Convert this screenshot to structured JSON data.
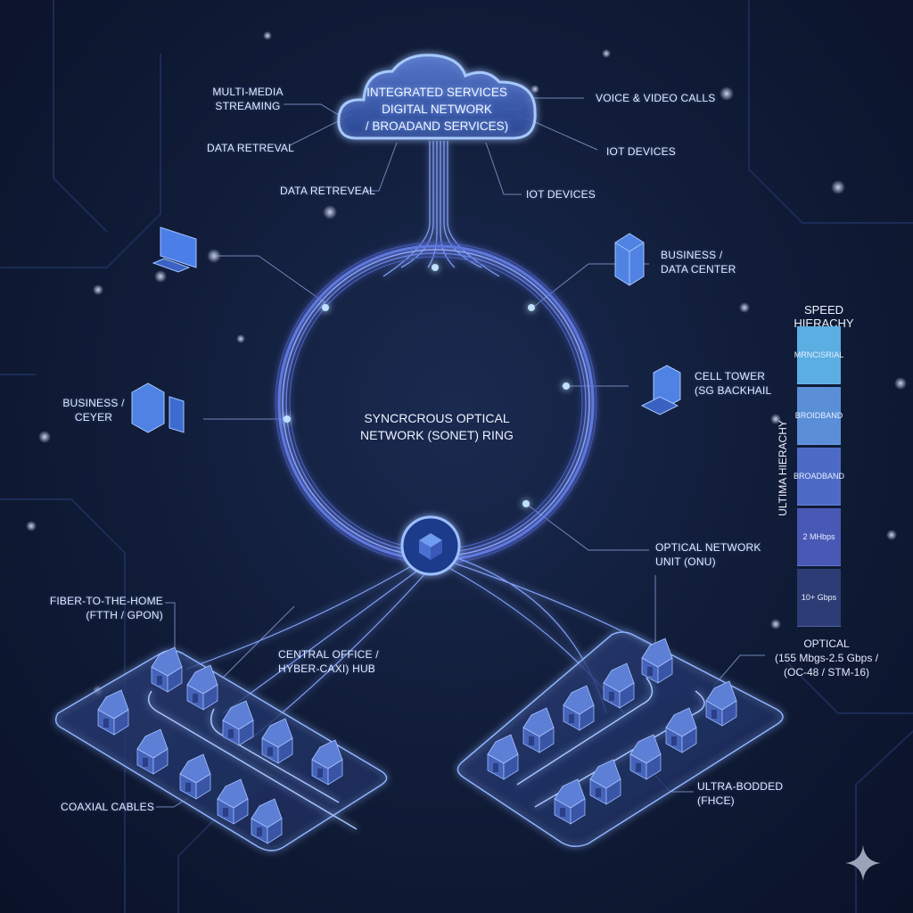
{
  "cloud": {
    "line1": "INTEGRATED SERVICES",
    "line2": "DIGITAL NETWORK",
    "line3": "/ BROADAND SERVICES)"
  },
  "services": {
    "multimedia_1": "MULTI-MEDIA",
    "multimedia_2": "STREAMING",
    "voice_video": "VOICE & VIDEO CALLS",
    "data_retrieval_1": "DATA RETREVAL",
    "iot_1": "IOT DEVICES",
    "data_retrieval_2": "DATA RETREVEAL",
    "iot_2": "IOT DEVICES"
  },
  "ring": {
    "line1": "SYNCRCROUS OPTICAL",
    "line2": "NETWORK (SONET) RING"
  },
  "nodes": {
    "business_dc_1": "BUSINESS /",
    "business_dc_2": "DATA CENTER",
    "cell_tower_1": "CELL TOWER",
    "cell_tower_2": "(SG BACKHAIL",
    "business_left_1": "BUSINESS /",
    "business_left_2": "CEYER",
    "onu_1": "OPTICAL NETWORK",
    "onu_2": "UNIT (ONU)",
    "ftth_1": "FIBER-TO-THE-HOME",
    "ftth_2": "(FTTH / GPON)",
    "central_1": "CENTRAL OFFICE /",
    "central_2": "HYBER-CAXI) HUB",
    "coax": "COAXIAL CABLES",
    "ultra_1": "ULTRA-BODDED",
    "ultra_2": "(FHCE)"
  },
  "speed": {
    "title": "SPEED HIERACHY",
    "vertical_label": "ULTIMA HIERACHY",
    "tiers": [
      {
        "label": "MRNCISRIAL",
        "color": "#5aaee2"
      },
      {
        "label": "BROIDBAND",
        "color": "#5a8fd8"
      },
      {
        "label": "BROADBAND",
        "color": "#4d6bc6"
      },
      {
        "label": "2 MHbps",
        "color": "#4858b4"
      },
      {
        "label": "10+ Gbps",
        "color": "#2d3c74"
      }
    ],
    "optical_1": "OPTICAL",
    "optical_2": "(155 Mbgs-2.5 Gbps /",
    "optical_3": "(OC-48 / STM-16)"
  },
  "colors": {
    "accent": "#7aa8ff",
    "glow": "#9fc4ff",
    "background": "#111d3a"
  }
}
